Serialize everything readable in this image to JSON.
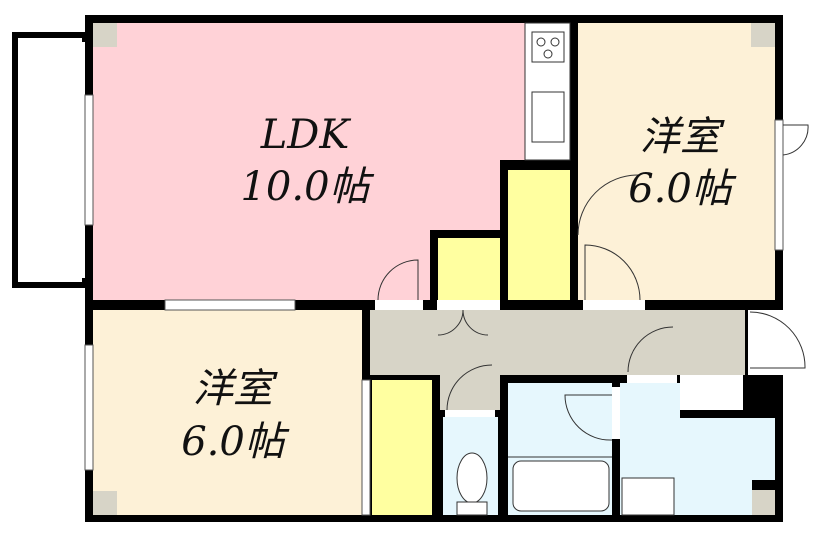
{
  "rooms": {
    "ldk": {
      "name": "LDK",
      "size": "10.0帖"
    },
    "western_room_1": {
      "name": "洋室",
      "size": "6.0帖"
    },
    "western_room_2": {
      "name": "洋室",
      "size": "6.0帖"
    }
  },
  "colors": {
    "ldk": "#ffd2d7",
    "western": "#fdf1d7",
    "closet": "#ffffa0",
    "hall": "#d7d4c7",
    "wet": "#e6f7fd"
  }
}
